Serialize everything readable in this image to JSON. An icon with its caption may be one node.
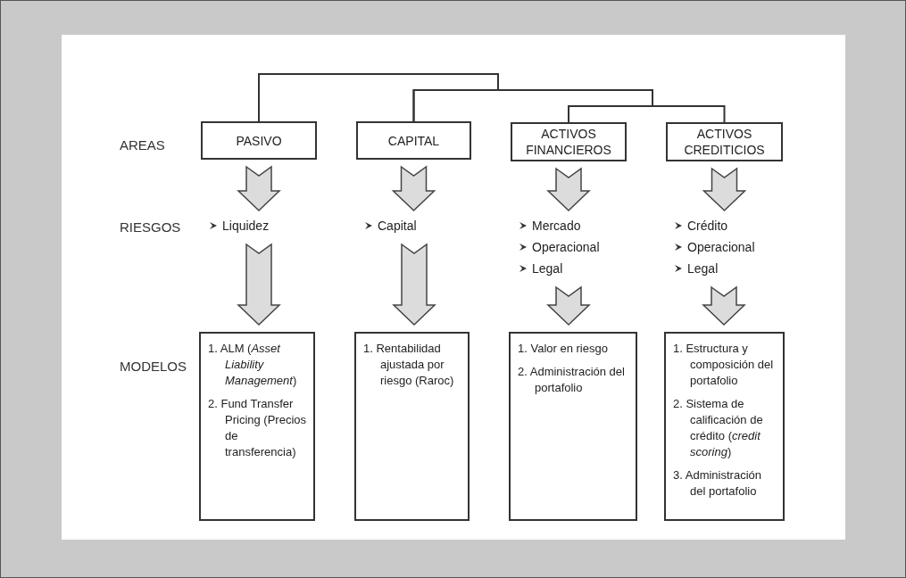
{
  "diagram": {
    "nodes": [
      {
        "text": [
          "PASIVO"
        ]
      },
      {
        "text": [
          "CAPITAL"
        ]
      },
      {
        "text": [
          "ACTIVOS FINANCIEROS"
        ]
      },
      {
        "text": [
          "ACTIVOS CREDITICIOS"
        ]
      },
      {
        "text": [
          "Liquidez"
        ]
      },
      {
        "text": [
          "Capital"
        ]
      },
      {
        "text": [
          "Mercado",
          "Operacional",
          "Legal"
        ]
      },
      {
        "text": [
          "Crédito",
          "Operacional",
          "Legal"
        ]
      },
      {
        "text": [
          "1. ALM (*Asset Liability Management*)",
          "2. Fund Transfer Pricing (Precios de transferencia)"
        ]
      },
      {
        "text": [
          "1. Rentabilidad ajustada por riesgo (Raroc)"
        ]
      },
      {
        "text": [
          "1. Valor en riesgo",
          "2. Administración del portafolio"
        ]
      },
      {
        "text": [
          "1. Estructura y composición del portafolio",
          "2. Sistema de calificación de crédito (*credit scoring*)",
          "3. Administración del portafolio"
        ]
      }
    ],
    "edges": [
      {
        "from": 0,
        "to": 1,
        "arrow": "none"
      },
      {
        "from": 1,
        "to": 2,
        "arrow": "none"
      },
      {
        "from": 2,
        "to": 3,
        "arrow": "none"
      },
      {
        "from": 0,
        "to": 4,
        "arrow": "to",
        "style": "thick"
      },
      {
        "from": 1,
        "to": 5,
        "arrow": "to",
        "style": "thick"
      },
      {
        "from": 2,
        "to": 6,
        "arrow": "to",
        "style": "thick"
      },
      {
        "from": 3,
        "to": 7,
        "arrow": "to",
        "style": "thick"
      },
      {
        "from": 4,
        "to": 8,
        "arrow": "to",
        "style": "thick"
      },
      {
        "from": 5,
        "to": 9,
        "arrow": "to",
        "style": "thick"
      },
      {
        "from": 6,
        "to": 10,
        "arrow": "to",
        "style": "thick"
      },
      {
        "from": 7,
        "to": 11,
        "arrow": "to",
        "style": "thick"
      }
    ],
    "labels": [
      "AREAS",
      "RIESGOS",
      "MODELOS"
    ]
  }
}
